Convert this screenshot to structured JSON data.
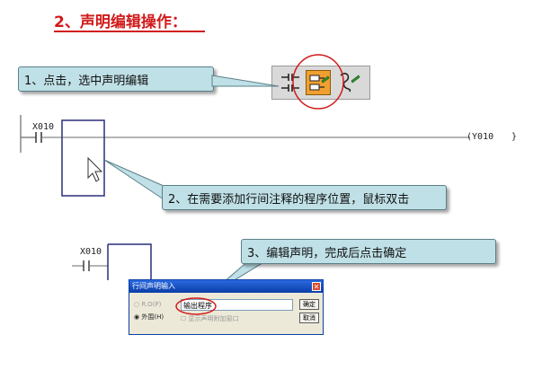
{
  "title": "2、声明编辑操作：",
  "callouts": {
    "step1": "1、点击，选中声明编辑",
    "step2": "2、在需要添加行间注释的程序位置，鼠标双击",
    "step3": "3、编辑声明，完成后点击确定"
  },
  "ladder": {
    "contact_label": "X010",
    "coil_label": "Y010",
    "end_brace": "}",
    "contact_label_2": "X010"
  },
  "dialog": {
    "title": "行间声明输入",
    "close_glyph": "✕",
    "input_value": "输出程序",
    "radio_inner": "R.O(P)",
    "radio_outer": "外围(H)",
    "checkbox_label": "显示声明附加窗口",
    "ok_label": "确定",
    "cancel_label": "取消"
  },
  "colors": {
    "title_red": "#d11a1a",
    "callout_fill": "#bfe0e6",
    "highlight_red": "#d11a1a",
    "ladder_blue": "#2a2f7a",
    "selected_tool": "#f0a030"
  },
  "icons": [
    "ladder-tool-icon",
    "statement-edit-icon",
    "note-edit-icon",
    "mouse-pointer-icon"
  ]
}
